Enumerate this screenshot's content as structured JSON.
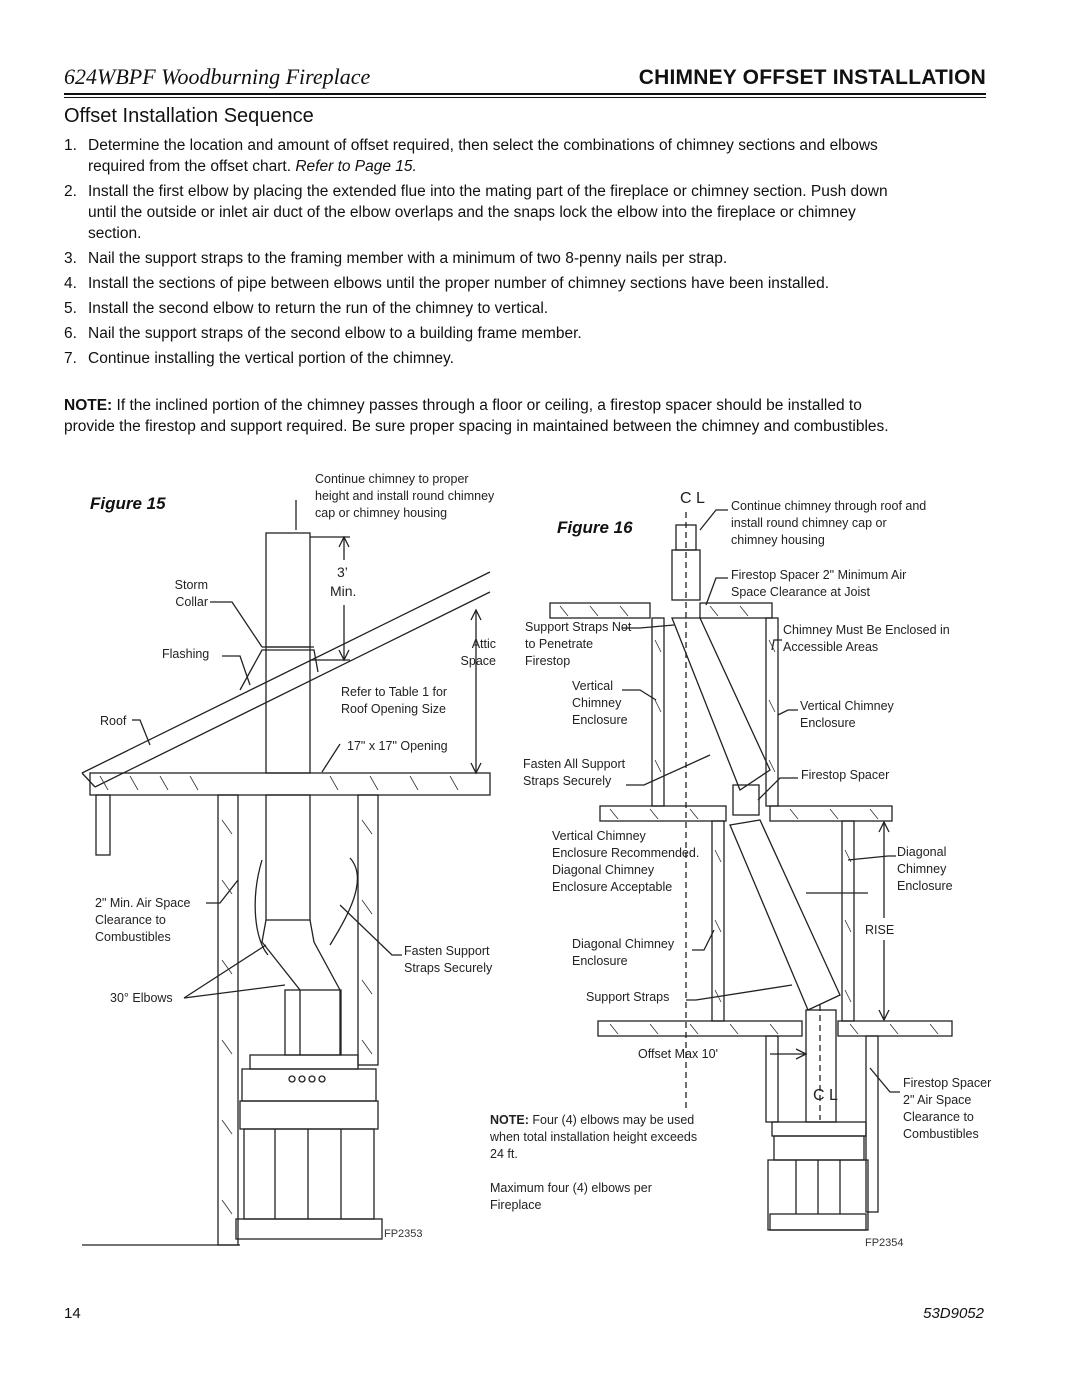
{
  "header": {
    "doc_title": "624WBPF Woodburning Fireplace",
    "section": "CHIMNEY OFFSET INSTALLATION"
  },
  "section_title": "Offset Installation Sequence",
  "steps": [
    {
      "num": "1.",
      "text": "Determine the location and amount of offset required, then select the combinations of chimney sections and elbows required from the offset chart.",
      "ref": "Refer to Page 15."
    },
    {
      "num": "2.",
      "text": "Install the first elbow by placing the extended flue into the mating part of the fireplace or chimney section. Push down until the outside or inlet air duct of the elbow overlaps and the snaps lock the elbow into the fireplace or chimney section."
    },
    {
      "num": "3.",
      "text": "Nail the support straps to the framing member with a minimum of two 8-penny nails per strap."
    },
    {
      "num": "4.",
      "text": "Install the sections of pipe between elbows until the proper number of chimney sections have been installed."
    },
    {
      "num": "5.",
      "text": "Install the second elbow to return the run of the chimney to vertical."
    },
    {
      "num": "6.",
      "text": "Nail the support straps of the second elbow to a building frame member."
    },
    {
      "num": "7.",
      "text": "Continue installing the vertical portion of the chimney."
    }
  ],
  "note": {
    "label": "NOTE:",
    "text": "If the inclined portion of the chimney passes through a floor or ceiling, a firestop spacer should be installed to provide the firestop and support required. Be sure proper spacing in maintained between the chimney and combustibles."
  },
  "figure15": {
    "title": "Figure 15",
    "labels": {
      "continue": "Continue chimney to proper height and install round chimney cap or chimney housing",
      "three": "3’",
      "min": "Min.",
      "storm_collar": "Storm Collar",
      "flashing": "Flashing",
      "attic": "Attic Space",
      "roof": "Roof",
      "table": "Refer to Table 1 for Roof Opening Size",
      "opening": "17\" x 17\" Opening",
      "air_space": "2\" Min. Air Space Clearance to Combustibles",
      "fasten": "Fasten Support Straps Securely",
      "elbows": "30° Elbows",
      "code": "FP2353"
    }
  },
  "figure16": {
    "title": "Figure 16",
    "labels": {
      "cl_top": "C L",
      "continue": "Continue chimney through roof and install round chimney cap or chimney housing",
      "firestop_top": "Firestop Spacer 2\" Minimum Air Space Clearance at Joist",
      "support_straps_top": "Support Straps Not to Penetrate Firestop",
      "must_enclosed": "Chimney Must Be Enclosed in Accessible Areas",
      "vert_enclosure_l": "Vertical Chimney Enclosure",
      "vert_enclosure_r": "Vertical Chimney Enclosure",
      "fasten": "Fasten All Support Straps Securely",
      "firestop_mid": "Firestop Spacer",
      "recommended": "Vertical Chimney Enclosure Recommended. Diagonal Chimney Enclosure Acceptable",
      "diag_enclosure_r": "Diagonal Chimney Enclosure",
      "rise": "RISE",
      "diag_enclosure_l": "Diagonal Chimney Enclosure",
      "support_straps": "Support Straps",
      "offset": "Offset Max 10'",
      "firestop_bottom": "Firestop Spacer 2\" Air Space Clearance to Combustibles",
      "cl_bottom": "C L",
      "note_label": "NOTE:",
      "note_text": "Four (4) elbows may be used when total installation height exceeds 24 ft.",
      "max_elbows": "Maximum four (4) elbows per Fireplace",
      "code": "FP2354"
    }
  },
  "footer": {
    "page": "14",
    "doc_code": "53D9052"
  }
}
